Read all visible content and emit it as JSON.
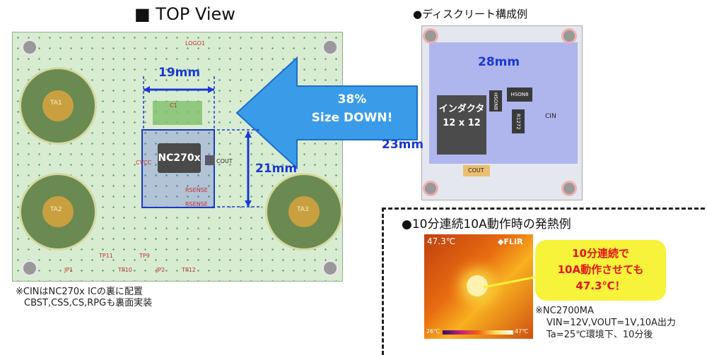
{
  "left_title": "■ TOP View",
  "right_title": "●ディスクリート構成例",
  "board": {
    "logo": "LOGO1",
    "pads": [
      "TA1",
      "TA2",
      "TA3"
    ],
    "ic_label": "NC270x",
    "cout": "COUT",
    "c1": "C1",
    "cvcc": "CVCC",
    "rsense": "RSENSE",
    "rsense2": "RSENSE",
    "tp_labels": [
      "TP11",
      "TP9",
      "TP10",
      "TP12"
    ],
    "jp_labels": [
      "JP1",
      "JP2"
    ],
    "width_dim": "19mm",
    "height_dim": "21mm"
  },
  "arrow": {
    "line1": "38%",
    "line2": "Size DOWN!"
  },
  "left_note": {
    "line1": "※CINはNC270x ICの裏に配置",
    "line2": "CBST,CSS,CS,RPGも裏面実装"
  },
  "discrete": {
    "width_dim": "28mm",
    "height_dim": "23mm",
    "inductor_line1": "インダクタ",
    "inductor_line2": "12 x 12",
    "chip1": "HSON8",
    "chip2": "HSON8",
    "chip3": "R1272",
    "cin": "CIN",
    "cout": "COUT"
  },
  "thermal": {
    "title": "●10分連続10A動作時の発熱例",
    "temp": "47.3℃",
    "brand": "◆FLIR",
    "scale_min": "26℃",
    "scale_max": "47℃"
  },
  "callout": {
    "line1": "10分連続で",
    "line2": "10A動作させても",
    "line3": "47.3℃！"
  },
  "spec": {
    "line1": "※NC2700MA",
    "line2": "VIN=12V,VOUT=1V,10A出力",
    "line3": "Ta=25℃環境下、10分後"
  },
  "colors": {
    "dimension_blue": "#1a39d4",
    "arrow_blue": "#3a9be8",
    "callout_yellow": "#f7f23a",
    "callout_red": "#e4161b"
  }
}
